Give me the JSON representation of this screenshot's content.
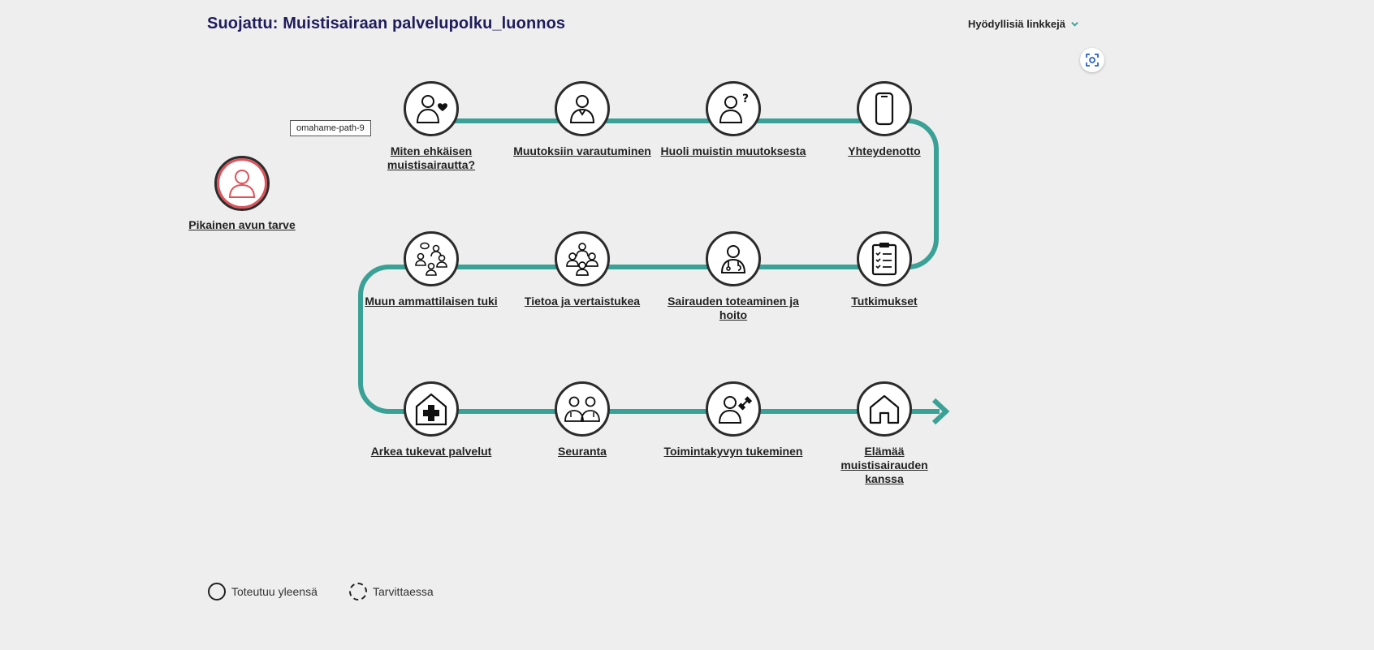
{
  "header": {
    "title": "Suojattu: Muistisairaan palvelupolku_luonnos",
    "links_label": "Hyödyllisiä linkkejä"
  },
  "tooltip": "omahame-path-9",
  "colors": {
    "path": "#3aa197",
    "title": "#1f1c5c",
    "urgent": "#e0525a"
  },
  "urgent": {
    "label": "Pikainen avun tarve",
    "icon": "person-icon"
  },
  "steps": [
    {
      "label": "Miten ehkäisen muistisairautta?",
      "icon": "person-heart-icon"
    },
    {
      "label": "Muutoksiin varautuminen",
      "icon": "person-icon"
    },
    {
      "label": "Huoli muistin muutoksesta",
      "icon": "person-question-icon"
    },
    {
      "label": "Yhteydenotto",
      "icon": "phone-icon"
    },
    {
      "label": "Tutkimukset",
      "icon": "clipboard-icon"
    },
    {
      "label": "Sairauden toteaminen ja hoito",
      "icon": "doctor-icon"
    },
    {
      "label": "Tietoa ja vertaistukea",
      "icon": "group-icon"
    },
    {
      "label": "Muun ammattilaisen tuki",
      "icon": "group-chat-icon"
    },
    {
      "label": "Arkea tukevat palvelut",
      "icon": "health-house-icon"
    },
    {
      "label": "Seuranta",
      "icon": "two-professionals-icon"
    },
    {
      "label": "Toimintakyvyn tukeminen",
      "icon": "person-exercise-icon"
    },
    {
      "label": "Elämää muistisairauden kanssa",
      "icon": "home-icon"
    }
  ],
  "legend": [
    {
      "label": "Toteutuu yleensä",
      "style": "solid"
    },
    {
      "label": "Tarvittaessa",
      "style": "dashed"
    }
  ]
}
